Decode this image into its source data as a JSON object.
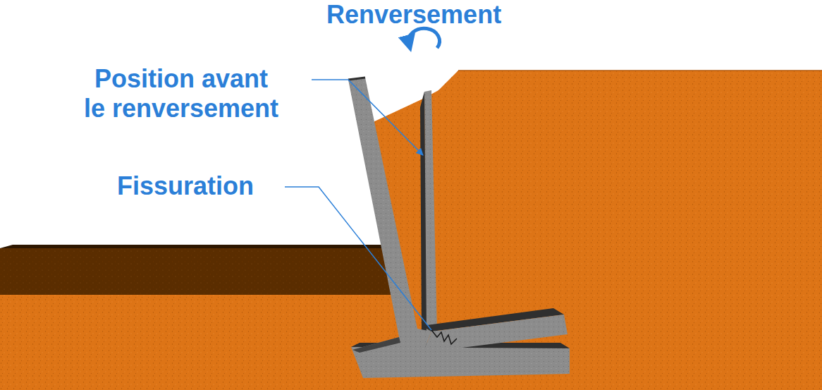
{
  "diagram": {
    "labels": [
      "Renversement",
      "Position avant le renversement",
      "Fissuration"
    ]
  }
}
